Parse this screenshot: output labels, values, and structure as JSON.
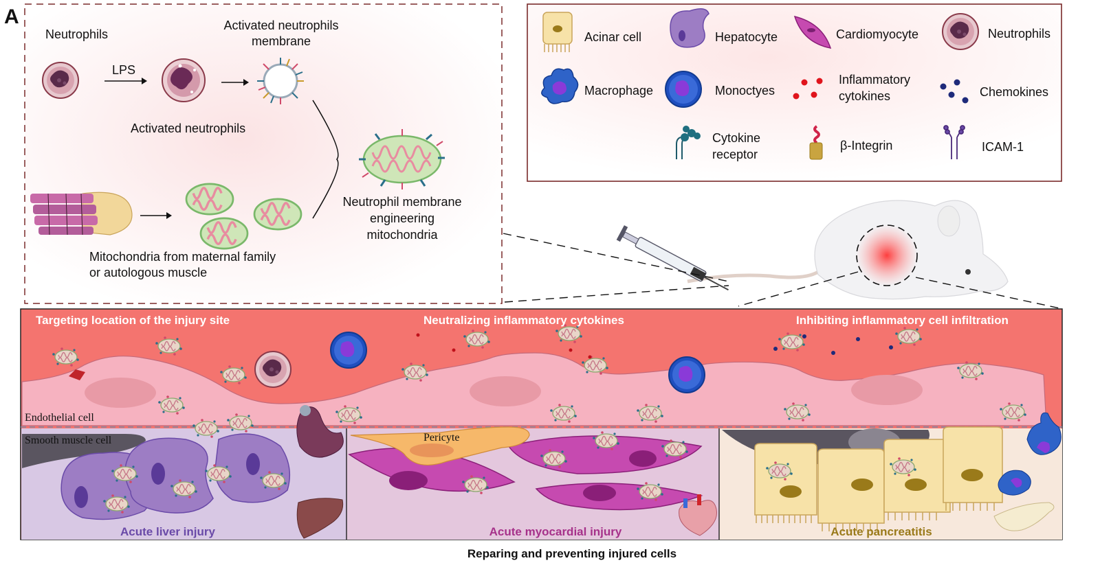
{
  "panel_label": "A",
  "top_left": {
    "neutrophils": "Neutrophils",
    "lps": "LPS",
    "activated_membrane_l1": "Activated neutrophils",
    "activated_membrane_l2": "membrane",
    "activated_neutrophils": "Activated  neutrophils",
    "nme_l1": "Neutrophil membrane",
    "nme_l2": "engineering",
    "nme_l3": "mitochondria",
    "mito_source_l1": "Mitochondria from maternal family",
    "mito_source_l2": "or autologous muscle"
  },
  "legend": {
    "acinar": "Acinar cell",
    "hepatocyte": "Hepatocyte",
    "cardiomyocyte": "Cardiomyocyte",
    "neutrophils": "Neutrophils",
    "macrophage": "Macrophage",
    "monocytes": "Monoctyes",
    "inflam_l1": "Inflammatory",
    "inflam_l2": "cytokines",
    "chemokines": "Chemokines",
    "cyto_rec_l1": "Cytokine",
    "cyto_rec_l2": "receptor",
    "integrin": "β-Integrin",
    "icam": "ICAM-1"
  },
  "bottom": {
    "header_1": "Targeting location of the injury site",
    "header_2": "Neutralizing inflammatory cytokines",
    "header_3": "Inhibiting inflammatory cell infiltration",
    "endothelial": "Endothelial cell",
    "smooth_muscle": "Smooth muscle cell",
    "pericyte": "Pericyte",
    "liver": "Acute liver injury",
    "myocardial": "Acute myocardial injury",
    "pancreatitis": "Acute pancreatitis",
    "caption": "Reparing and preventing injured cells"
  },
  "colors": {
    "vessel_red": "#f4746f",
    "endothelium_pink": "#f4aab8",
    "liver_bg": "#d8c8e4",
    "heart_bg": "#e4c7dd",
    "pancreas_bg": "#f7e8dc",
    "liver_label": "#6a4aa8",
    "heart_label": "#a6318a",
    "pancreas_label": "#9a7a1a",
    "frame": "#7a2a2a"
  }
}
